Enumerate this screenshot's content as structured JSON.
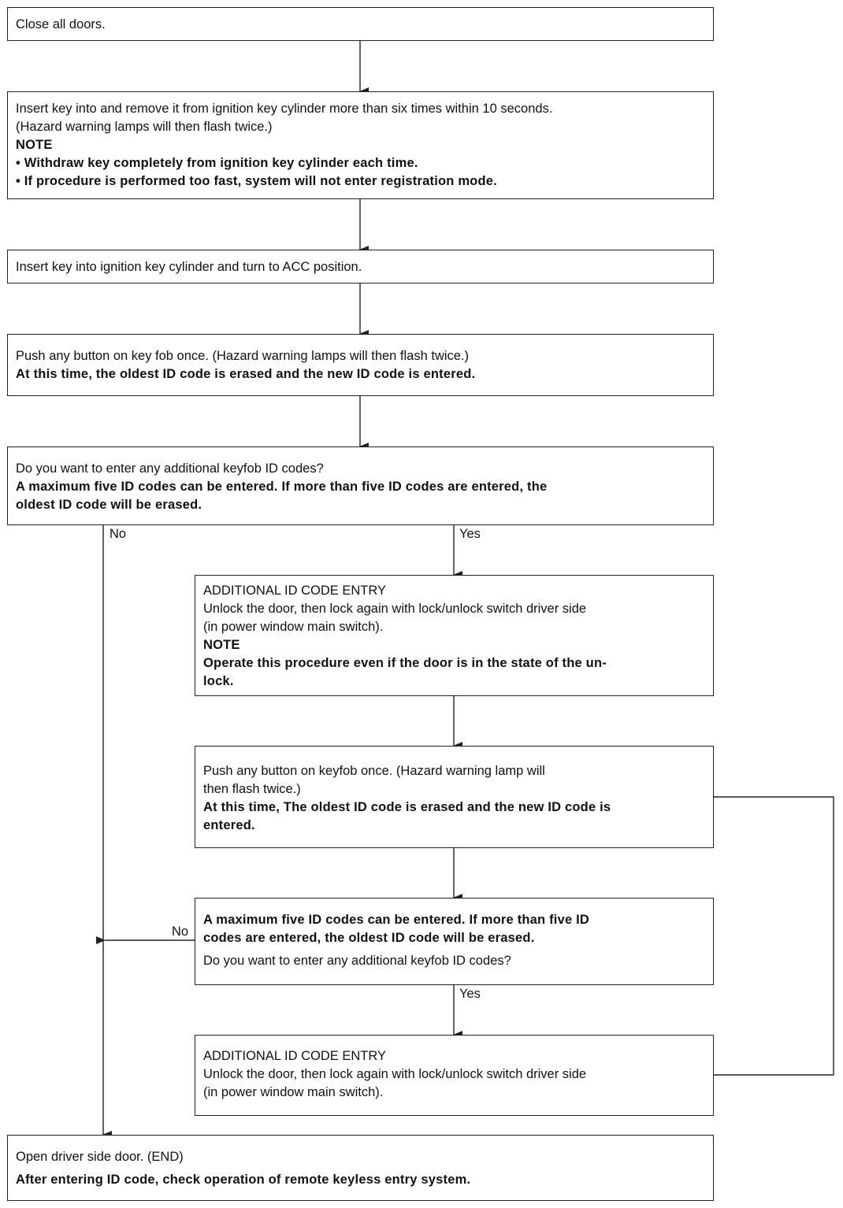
{
  "steps": {
    "close_doors": {
      "lines": [
        "Close all doors."
      ]
    },
    "insert_remove": {
      "line1": "Insert key into and remove it from ignition key cylinder more than six times within 10 seconds.",
      "line2": "(Hazard warning lamps will then flash twice.)",
      "note": "NOTE",
      "bullet1": "• Withdraw key completely from ignition key cylinder each time.",
      "bullet2": "• If procedure is performed too fast, system will not enter registration mode."
    },
    "insert_acc": {
      "line1": "Insert key into ignition key cylinder and turn to ACC position."
    },
    "push_button": {
      "line1": "Push any button on key fob once. (Hazard warning lamps will then flash twice.)",
      "line2": "At this time, the oldest ID code is erased and the new ID code is entered."
    },
    "question1": {
      "line1": "Do you want to enter any additional keyfob ID codes?",
      "line2": "A  maximum five ID codes can be entered. If more than five ID codes are entered, the",
      "line3": "oldest ID code will be erased."
    },
    "additional_entry1": {
      "title": "ADDITIONAL ID CODE ENTRY",
      "line1": "Unlock the door, then lock again with lock/unlock switch driver side",
      "line2": "(in power window main switch).",
      "note": "NOTE",
      "line3": "Operate this procedure even if the door is in the state of the un-",
      "line4": "lock."
    },
    "push_keyfob": {
      "line1": "Push any button on keyfob once. (Hazard warning lamp will",
      "line2": "then flash twice.)",
      "line3": "At this time, The oldest ID code is erased and the new ID code is",
      "line4": "entered."
    },
    "question2": {
      "line1": "A  maximum five ID codes can be entered. If more than five ID",
      "line2": "codes are entered, the oldest ID code will be erased.",
      "line3": "Do you want to enter any additional keyfob ID codes?"
    },
    "additional_entry2": {
      "title": "ADDITIONAL ID CODE ENTRY",
      "line1": "Unlock the door, then lock again with lock/unlock switch driver side",
      "line2": "(in power window main switch)."
    },
    "end": {
      "line1": "Open driver side door. (END)",
      "line2": "After entering ID code, check operation of remote keyless entry system."
    }
  },
  "labels": {
    "no_1": "No",
    "yes_1": "Yes",
    "no_2": "No",
    "yes_2": "Yes"
  }
}
